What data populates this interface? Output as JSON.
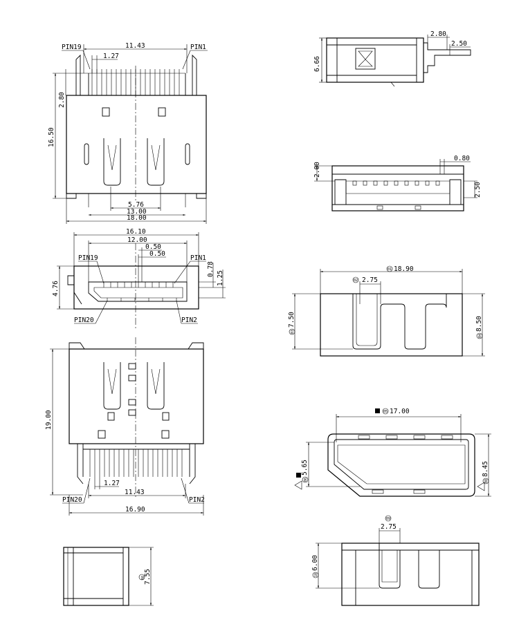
{
  "labels": {
    "pin19": "PIN19",
    "pin1": "PIN1",
    "pin20": "PIN20",
    "pin2": "PIN2"
  },
  "dims": {
    "top_pitch_span": "11.43",
    "top_pitch": "1.27",
    "top_lead_len": "2.80",
    "top_height": "16.50",
    "top_inner": "5.76",
    "top_body": "13.00",
    "top_overall": "18.00",
    "front_outer": "16.10",
    "front_inner": "12.00",
    "front_slot_a": "0.50",
    "front_slot_b": "0.50",
    "front_height": "4.76",
    "front_r1": "0.78",
    "front_r2": "1.25",
    "bottom_height": "19.00",
    "bottom_pitch": "1.27",
    "bottom_pitch_span": "11.43",
    "bottom_overall": "16.90",
    "end_height": "7.55",
    "side_height": "6.66",
    "side_lead_a": "2.80",
    "side_lead_b": "2.50",
    "rear_gap": "2.00",
    "rear_thk": "0.80",
    "rear_h": "2.50",
    "shell_width": "18.90",
    "shell_slot": "2.75",
    "shell_left_h": "7.50",
    "shell_right_h": "8.50",
    "open_width": "17.00",
    "open_left_h": "5.65",
    "open_right_h": "8.45",
    "low_slot": "2.75",
    "low_height": "6.00"
  },
  "markers": {
    "shell_width": "01",
    "shell_slot": "02",
    "shell_left_h": "03",
    "shell_right_h": "04",
    "open_width": "05",
    "open_left_h": "06",
    "open_right_h": "08",
    "low_slot": "09",
    "low_height": "10",
    "end_height": "08"
  },
  "colors": {
    "line": "#000000",
    "background": "#ffffff"
  }
}
